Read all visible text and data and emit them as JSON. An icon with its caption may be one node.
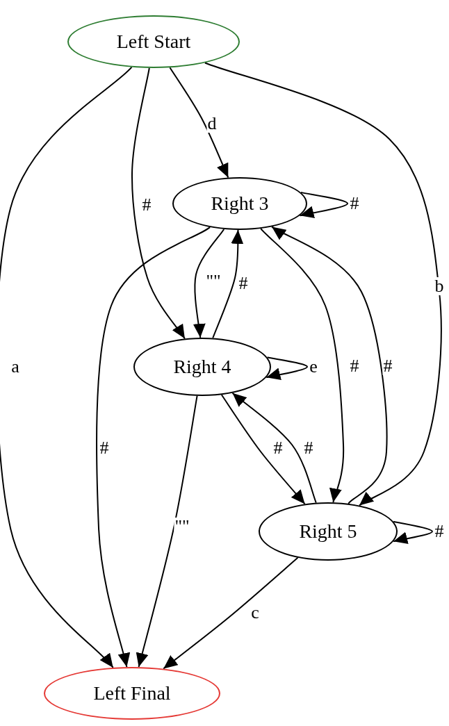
{
  "diagram": {
    "nodes": [
      {
        "text": [
          "Left Start"
        ]
      },
      {
        "text": [
          "Right 3"
        ]
      },
      {
        "text": [
          "Right 4"
        ]
      },
      {
        "text": [
          "Right 5"
        ]
      },
      {
        "text": [
          "Left Final"
        ]
      }
    ],
    "edges": [
      {
        "from": 0,
        "to": 4,
        "arrow": "to",
        "label": "a"
      },
      {
        "from": 0,
        "to": 2,
        "arrow": "to",
        "label": "#"
      },
      {
        "from": 0,
        "to": 1,
        "arrow": "to",
        "label": "d"
      },
      {
        "from": 0,
        "to": 3,
        "arrow": "to",
        "label": "b"
      },
      {
        "from": 1,
        "to": 1,
        "arrow": "to",
        "label": "#"
      },
      {
        "from": 1,
        "to": 2,
        "arrow": "to",
        "label": "\"\""
      },
      {
        "from": 2,
        "to": 1,
        "arrow": "to",
        "label": "#"
      },
      {
        "from": 1,
        "to": 4,
        "arrow": "to",
        "label": "#"
      },
      {
        "from": 1,
        "to": 3,
        "arrow": "to",
        "label": "#"
      },
      {
        "from": 3,
        "to": 1,
        "arrow": "to",
        "label": "#"
      },
      {
        "from": 2,
        "to": 2,
        "arrow": "to",
        "label": "e"
      },
      {
        "from": 2,
        "to": 3,
        "arrow": "to",
        "label": "#"
      },
      {
        "from": 3,
        "to": 2,
        "arrow": "to",
        "label": "#"
      },
      {
        "from": 2,
        "to": 4,
        "arrow": "to",
        "label": "\"\""
      },
      {
        "from": 3,
        "to": 3,
        "arrow": "to",
        "label": "#"
      },
      {
        "from": 3,
        "to": 4,
        "arrow": "to",
        "label": "c"
      }
    ]
  }
}
